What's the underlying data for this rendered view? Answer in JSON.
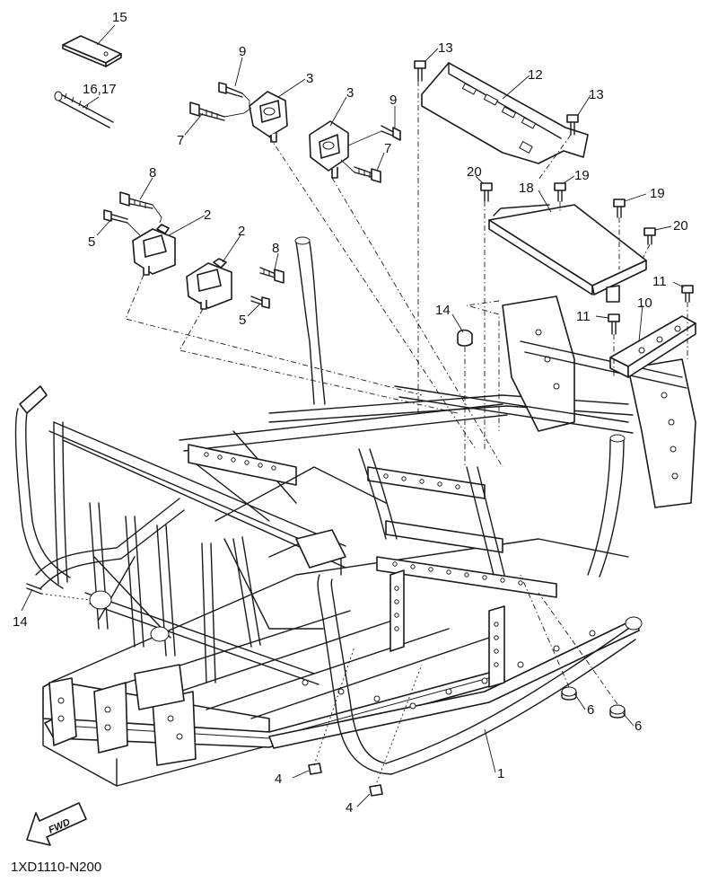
{
  "diagram": {
    "part_code": "1XD1110-N200",
    "fwd_label": "FWD",
    "callouts": {
      "c1": "1",
      "c2a": "2",
      "c2b": "2",
      "c3a": "3",
      "c3b": "3",
      "c4a": "4",
      "c4b": "4",
      "c5a": "5",
      "c5b": "5",
      "c6a": "6",
      "c6b": "6",
      "c7a": "7",
      "c7b": "7",
      "c8a": "8",
      "c8b": "8",
      "c9a": "9",
      "c9b": "9",
      "c10": "10",
      "c11a": "11",
      "c11b": "11",
      "c12": "12",
      "c13a": "13",
      "c13b": "13",
      "c14a": "14",
      "c14b": "14",
      "c15": "15",
      "c1617": "16,17",
      "c18": "18",
      "c19a": "19",
      "c19b": "19",
      "c20a": "20",
      "c20b": "20"
    }
  }
}
